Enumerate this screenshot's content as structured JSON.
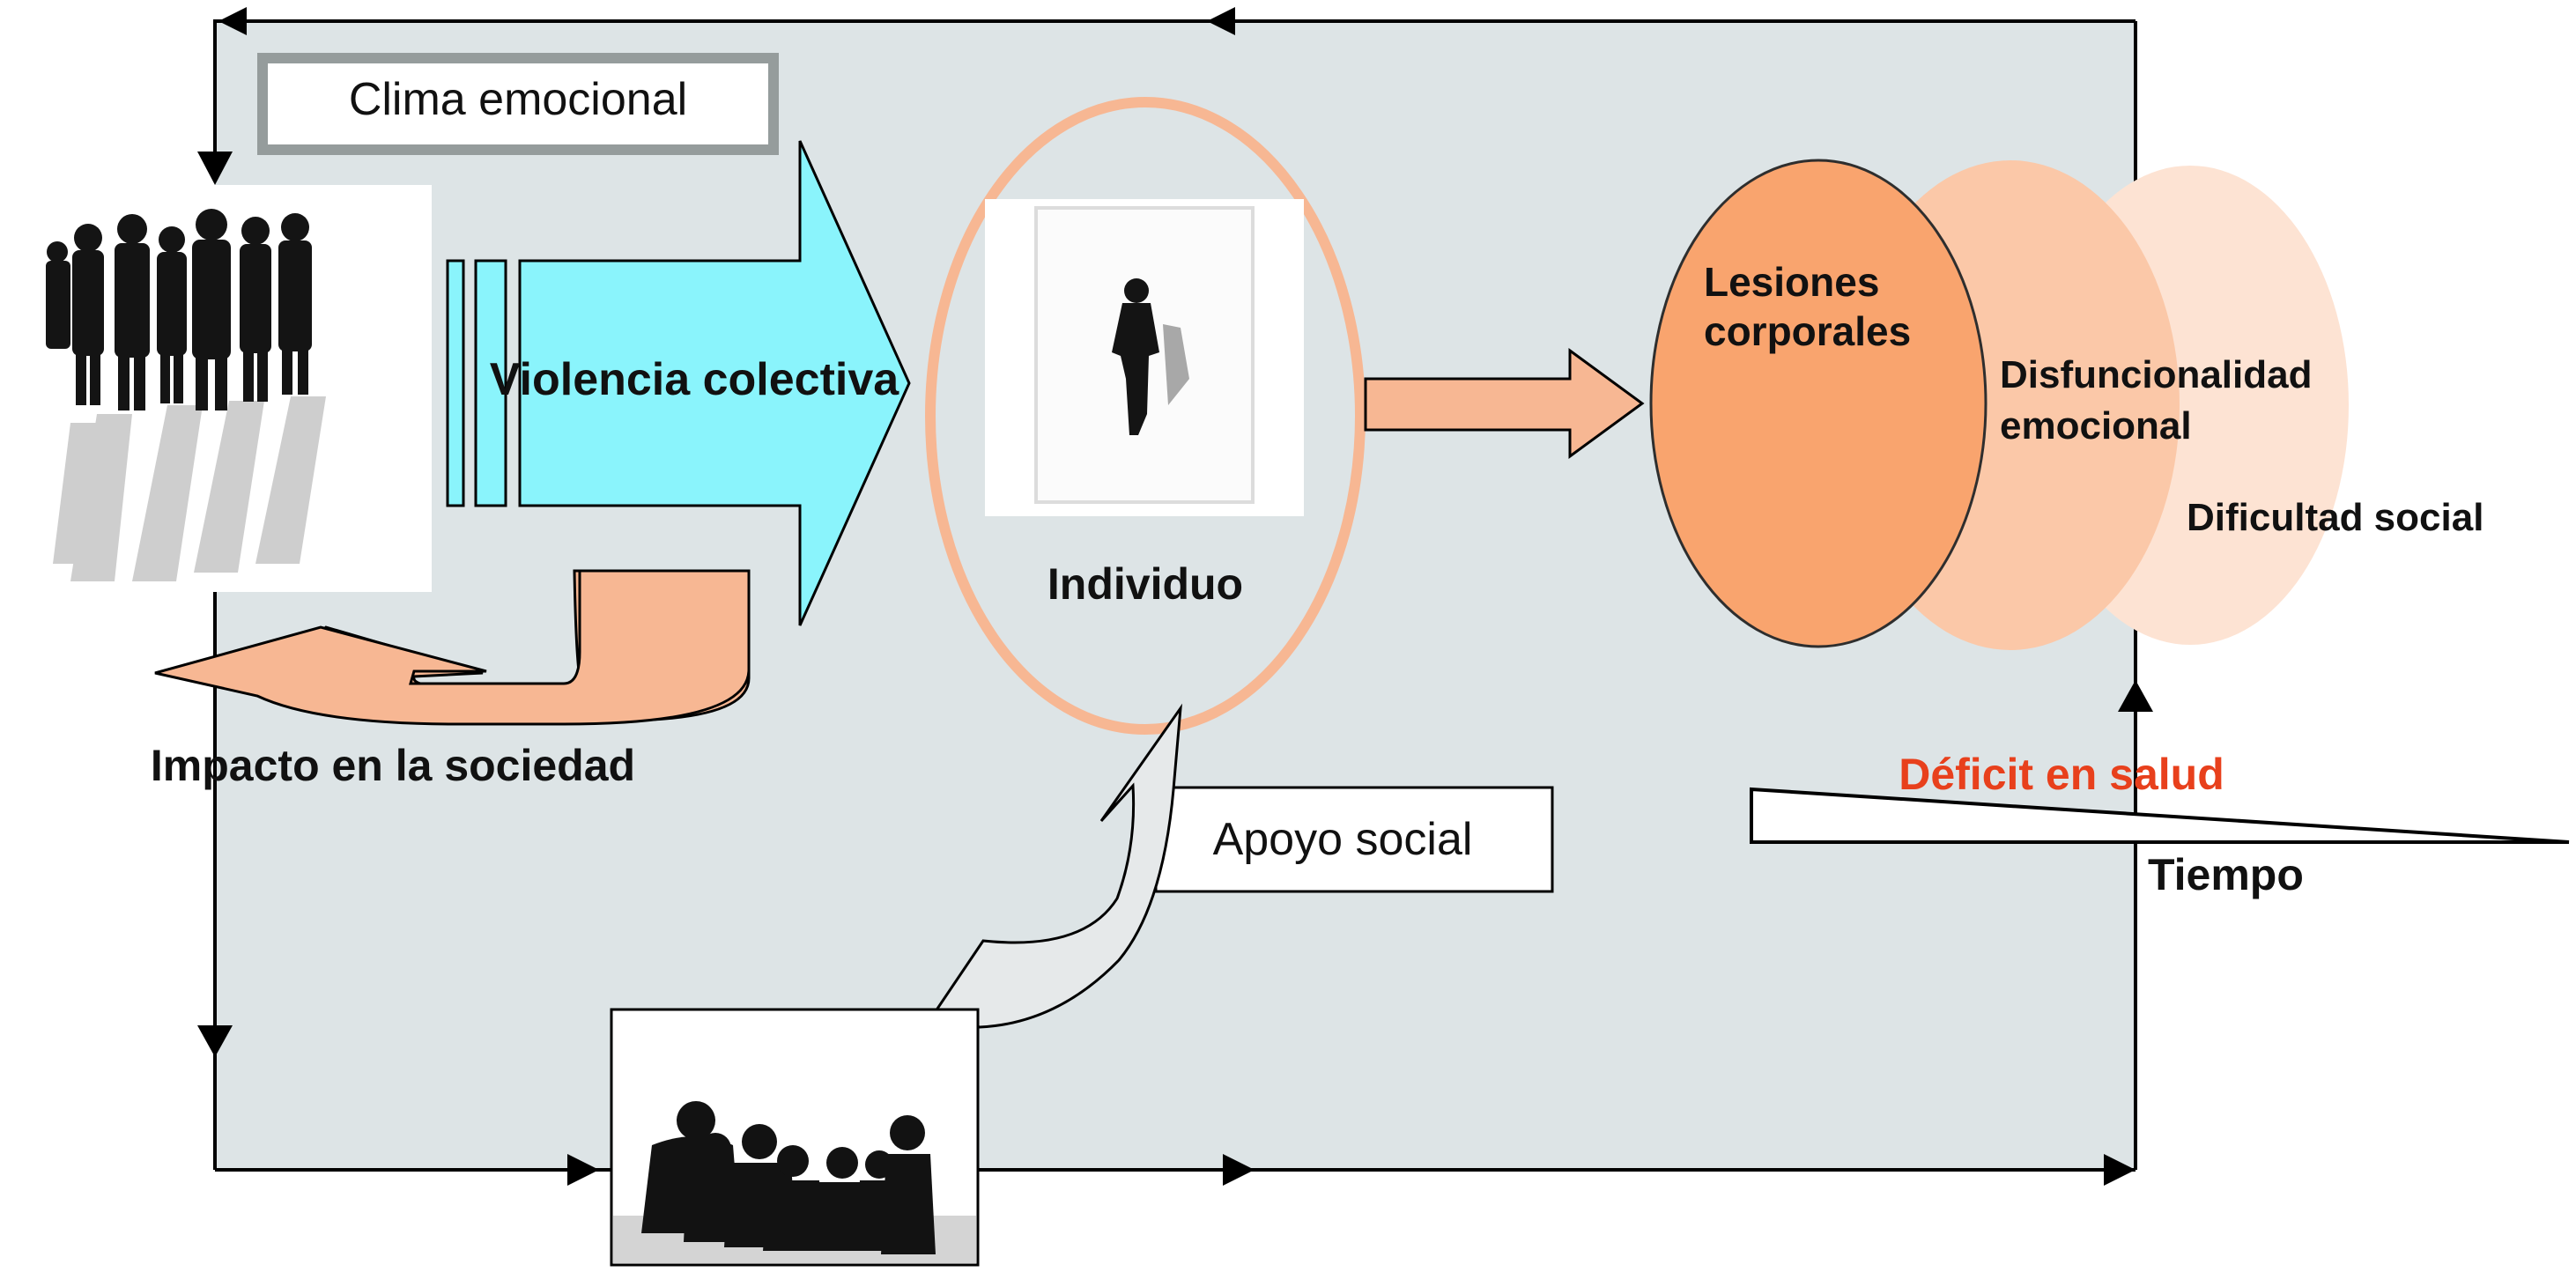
{
  "labels": {
    "clima": "Clima emocional",
    "violencia": "Violencia colectiva",
    "individuo": "Individuo",
    "impacto": "Impacto en la sociedad",
    "apoyo": "Apoyo social",
    "lesiones_1": "Lesiones",
    "lesiones_2": "corporales",
    "disfuncion_1": "Disfuncionalidad",
    "disfuncion_2": "emocional",
    "dificultad": "Dificultad social",
    "deficit": "Déficit en salud",
    "tiempo": "Tiempo"
  },
  "colors": {
    "panel": "#dde4e6",
    "big_arrow": "#8af4fc",
    "salmon": "#f7b793",
    "ellipse_dark": "#f9a46e",
    "ellipse_mid": "#fbc8a8",
    "ellipse_light": "#fde3d3",
    "deficit_text": "#e8401c",
    "frame_gray": "#959c9c"
  }
}
